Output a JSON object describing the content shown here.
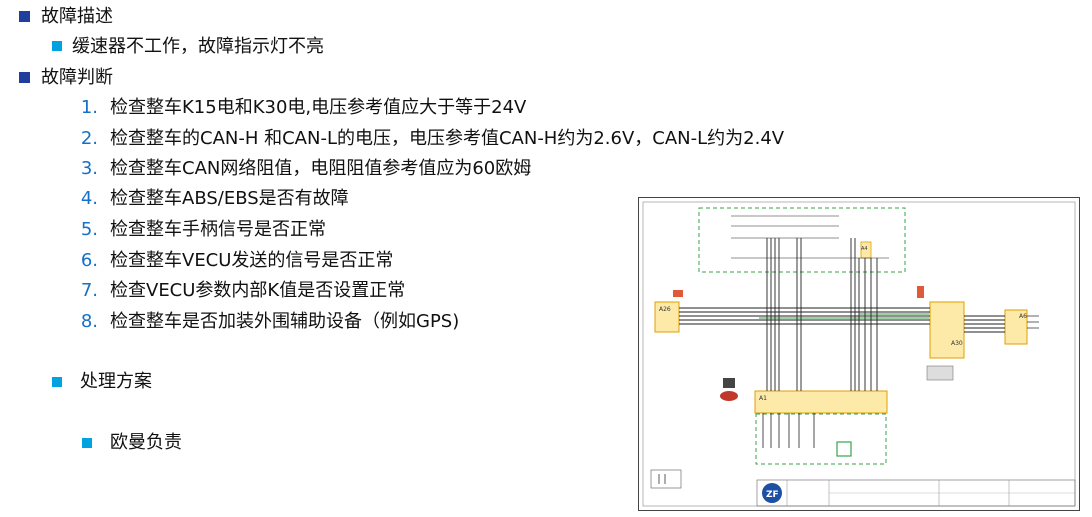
{
  "sections": {
    "fault_desc": {
      "title": "故障描述",
      "item": "缓速器不工作，故障指示灯不亮"
    },
    "fault_diag": {
      "title": "故障判断",
      "steps": [
        {
          "num": "1.",
          "text": "检查整车K15电和K30电,电压参考值应大于等于24V"
        },
        {
          "num": "2.",
          "text": "检查整车的CAN-H 和CAN-L的电压，电压参考值CAN-H约为2.6V，CAN-L约为2.4V"
        },
        {
          "num": "3.",
          "text": "检查整车CAN网络阻值，电阻阻值参考值应为60欧姆"
        },
        {
          "num": "4.",
          "text": "检查整车ABS/EBS是否有故障"
        },
        {
          "num": "5.",
          "text": "检查整车手柄信号是否正常"
        },
        {
          "num": "6.",
          "text": "检查整车VECU发送的信号是否正常"
        },
        {
          "num": "7.",
          "text": "检查VECU参数内部K值是否设置正常"
        },
        {
          "num": "8.",
          "text": "检查整车是否加装外围辅助设备（例如GPS)"
        }
      ]
    },
    "solution": {
      "title": "处理方案",
      "item": "欧曼负责"
    }
  },
  "diagram": {
    "labels": {
      "a26": "A26",
      "a30": "A30",
      "a6": "A6",
      "a1": "A1",
      "a4": "A4"
    },
    "logo": "ZF"
  },
  "colors": {
    "bullet_l1": "#1f3f9c",
    "bullet_l2": "#00a3e0",
    "number": "#1470c8",
    "dashed_box": "#3aa34a",
    "module": "#fde9a8",
    "module_border": "#e0a000"
  }
}
